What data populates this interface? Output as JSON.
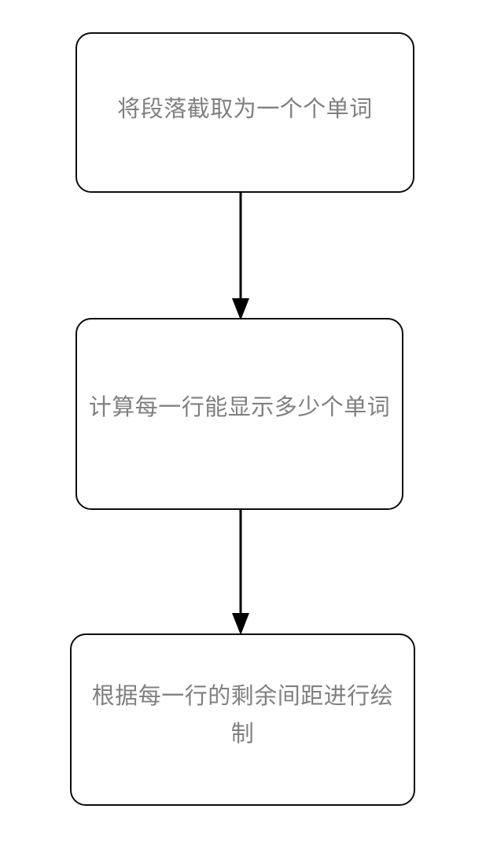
{
  "diagram": {
    "title": "",
    "type": "flowchart",
    "orientation": "vertical",
    "background_color": "#ffffff",
    "node_border_color": "#0d0d0d",
    "node_fill_color": "#ffffff",
    "node_text_color": "#808080",
    "edge_color": "#000000",
    "nodes": [
      {
        "id": "node-1",
        "label": "将段落截取为一个个单词",
        "shape": "rounded-rectangle"
      },
      {
        "id": "node-2",
        "label": "计算每一行能显示多少个单词",
        "shape": "rounded-rectangle"
      },
      {
        "id": "node-3",
        "label": "根据每一行的剩余间距进行绘制",
        "shape": "rounded-rectangle"
      }
    ],
    "edges": [
      {
        "id": "edge-1",
        "from": "node-1",
        "to": "node-2",
        "label": "",
        "arrowhead": "solid-triangle"
      },
      {
        "id": "edge-2",
        "from": "node-2",
        "to": "node-3",
        "label": "",
        "arrowhead": "solid-triangle"
      }
    ]
  }
}
